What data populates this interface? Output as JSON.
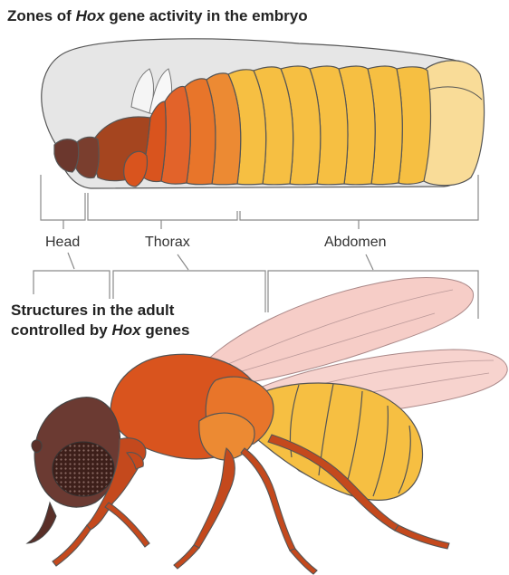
{
  "titles": {
    "embryo_prefix": "Zones of ",
    "embryo_em": "Hox",
    "embryo_suffix": " gene activity in the embryo",
    "adult_line1": "Structures in the adult",
    "adult_line2_prefix": "controlled by ",
    "adult_line2_em": "Hox",
    "adult_line2_suffix": " genes"
  },
  "regions": {
    "head": "Head",
    "thorax": "Thorax",
    "abdomen": "Abdomen"
  },
  "colors": {
    "head_dark": "#6b372d",
    "head_brown": "#a5451f",
    "thorax_orange": "#d9541e",
    "thorax_mid": "#e8752a",
    "abdomen_gold": "#f6bf42",
    "abdomen_tip": "#f9dc98",
    "wing_pink": "#f4c4bd",
    "embryo_shell": "#e6e6e6",
    "fly_head": "#6b3a32"
  }
}
